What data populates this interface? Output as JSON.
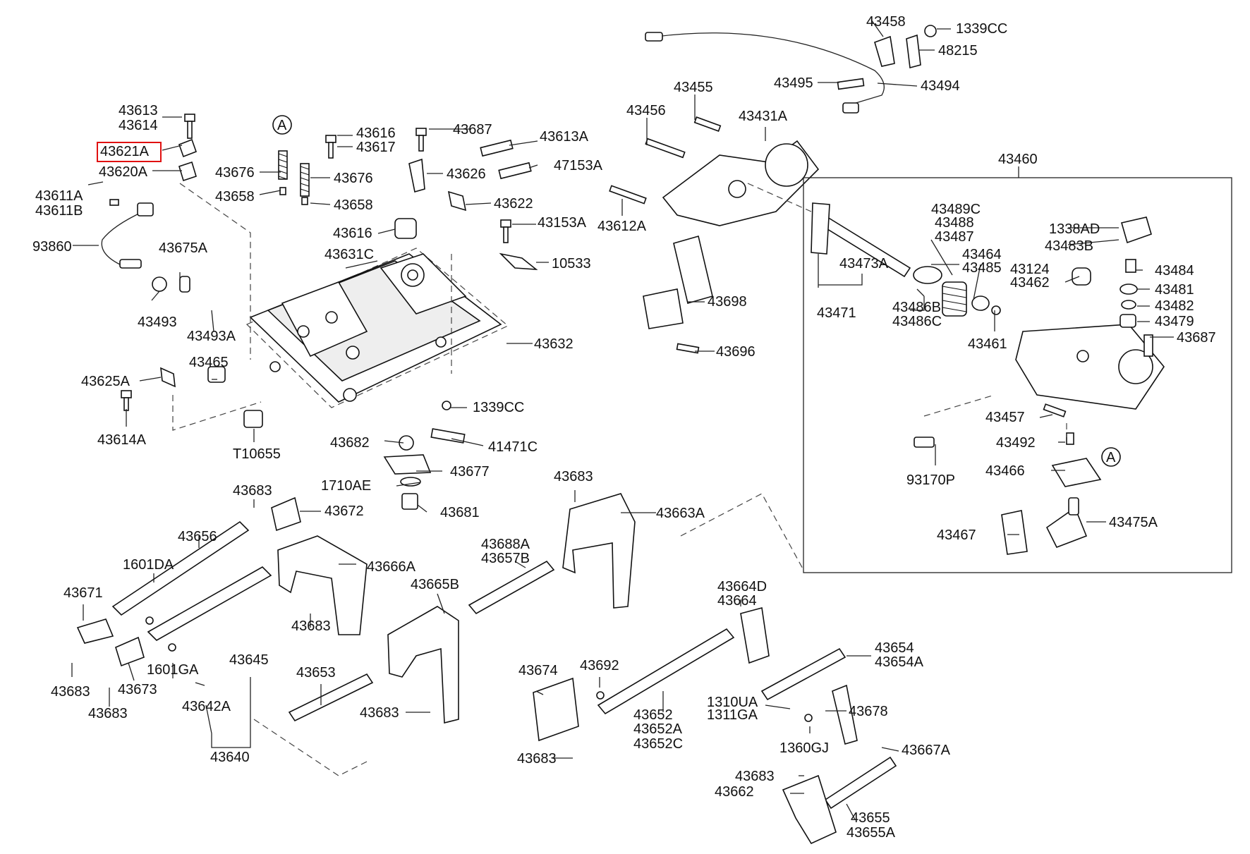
{
  "diagram": {
    "highlighted_part": "43621A",
    "highlight_color": "#e01010",
    "callouts": [
      "43613",
      "43614",
      "43621A",
      "43620A",
      "43611A",
      "43611B",
      "93860",
      "43616",
      "43617",
      "43687",
      "43613A",
      "47153A",
      "43676",
      "43676",
      "43658",
      "43658",
      "43626",
      "43622",
      "43153A",
      "10533",
      "43616",
      "43631C",
      "43675A",
      "43493",
      "43493A",
      "43632",
      "43465",
      "43625A",
      "43614A",
      "T10655",
      "1339CC",
      "43682",
      "41471C",
      "43677",
      "1710AE",
      "43681",
      "43683",
      "43672",
      "43656",
      "1601DA",
      "43671",
      "43666A",
      "43683",
      "43683",
      "43673",
      "43683",
      "1601GA",
      "43645",
      "43642A",
      "43640",
      "43653",
      "43665B",
      "43683",
      "43688A",
      "43657B",
      "43683",
      "43663A",
      "43674",
      "43692",
      "43683",
      "43652",
      "43652A",
      "43652C",
      "43664D",
      "43664",
      "43654",
      "43654A",
      "1310UA",
      "1311GA",
      "43678",
      "1360GJ",
      "43667A",
      "43683",
      "43662",
      "43655",
      "43655A",
      "43458",
      "1339CC",
      "48215",
      "43495",
      "43494",
      "43455",
      "43456",
      "43431A",
      "43612A",
      "43698",
      "43696",
      "43460",
      "43489C",
      "43488",
      "43487",
      "1338AD",
      "43483B",
      "43473A",
      "43464",
      "43485",
      "43484",
      "43124",
      "43462",
      "43481",
      "43482",
      "43471",
      "43486B",
      "43486C",
      "43461",
      "43479",
      "43687",
      "43457",
      "93170P",
      "43492",
      "43466",
      "43467",
      "43475A"
    ],
    "ref_marks": [
      "A",
      "A"
    ]
  }
}
